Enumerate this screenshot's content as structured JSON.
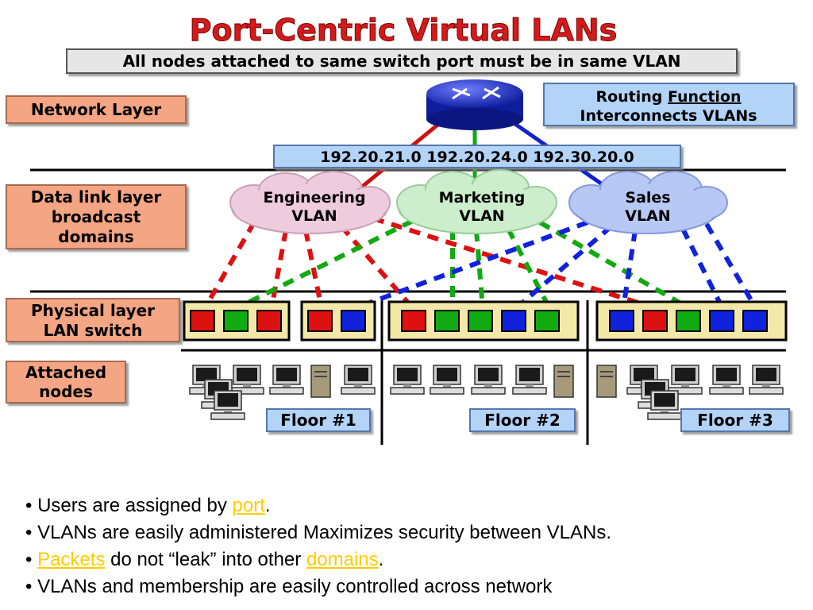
{
  "title": "Port-Centric Virtual LANs",
  "subtitle": "All nodes attached to same switch port must be in same VLAN",
  "routing_box": {
    "line1_prefix": "Routing ",
    "line1_link": "Function",
    "line2": "Interconnects VLANs"
  },
  "subnets": "192.20.21.0 192.20.24.0 192.30.20.0",
  "layers": {
    "network": "Network Layer",
    "datalink": [
      "Data link layer",
      "broadcast",
      "domains"
    ],
    "physical": [
      "Physical layer",
      "LAN switch"
    ],
    "attached": [
      "Attached",
      "nodes"
    ]
  },
  "vlans": [
    {
      "line1": "Engineering",
      "line2": "VLAN",
      "color": "#dd1111"
    },
    {
      "line1": "Marketing",
      "line2": "VLAN",
      "color": "#11aa11"
    },
    {
      "line1": "Sales",
      "line2": "VLAN",
      "color": "#1122dd"
    }
  ],
  "switch_groups": [
    {
      "ports": [
        "red",
        "green",
        "red"
      ]
    },
    {
      "ports": [
        "red",
        "blue"
      ]
    },
    {
      "ports": [
        "red",
        "green",
        "green",
        "blue",
        "green"
      ]
    },
    {
      "ports": [
        "blue",
        "red",
        "green",
        "blue",
        "blue"
      ]
    }
  ],
  "floors": [
    "Floor #1",
    "Floor #2",
    "Floor #3"
  ],
  "colors": {
    "red": "#dd1111",
    "green": "#11aa11",
    "blue": "#1122dd",
    "label_bg": "#f4a583",
    "header_box": "#b3d3f7",
    "title": "#d41a1a",
    "link": "#ffcc00"
  },
  "bullets": {
    "b1_prefix": "Users are assigned by ",
    "b1_link": "port",
    "b1_suffix": ".",
    "b2": "VLANs are easily administered Maximizes security between VLANs.",
    "b3_link1": "Packets",
    "b3_mid": " do not “leak” into other ",
    "b3_link2": "domains",
    "b3_suffix": ".",
    "b4": "VLANs and membership are easily controlled across network"
  }
}
